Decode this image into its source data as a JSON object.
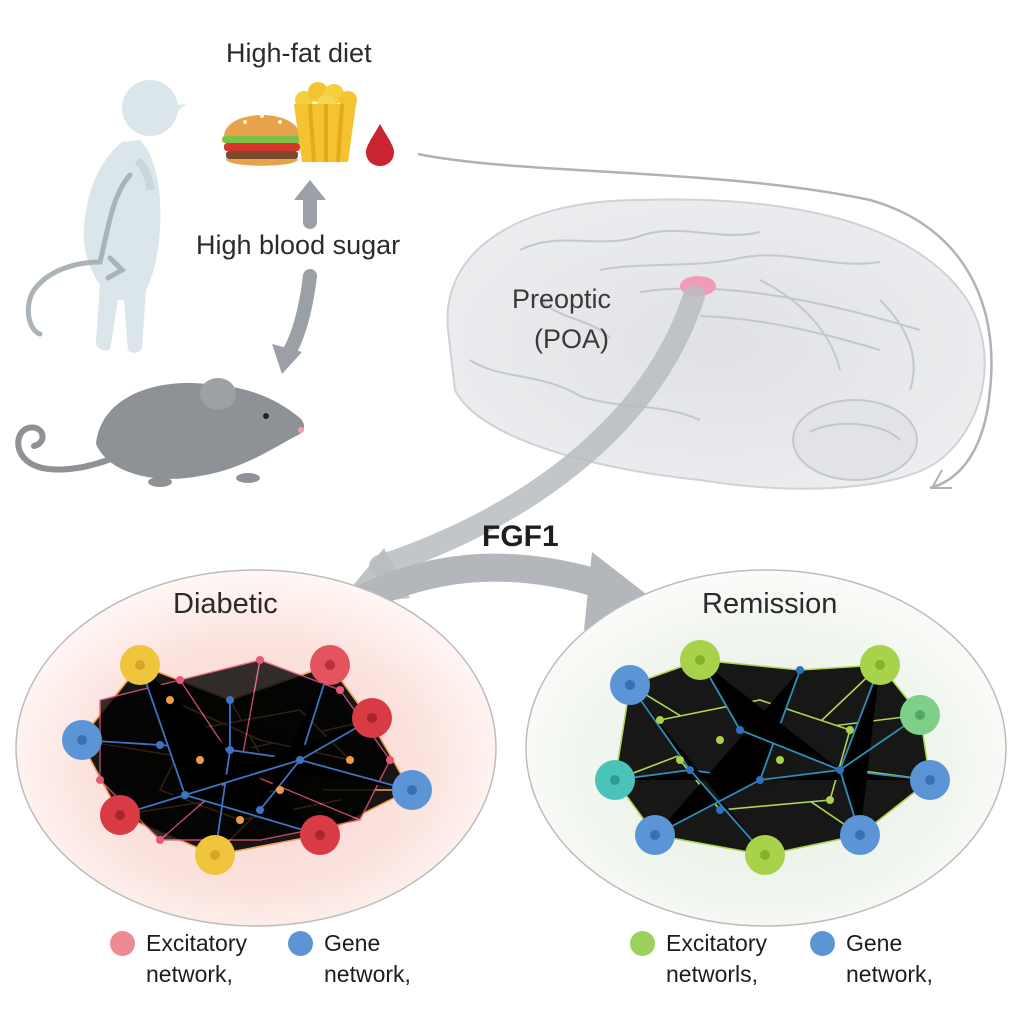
{
  "labels": {
    "diet": "High-fat diet",
    "sugar": "High blood sugar",
    "poa_line1": "Preoptic",
    "poa_line2": "(POA)",
    "fgf": "FGF1",
    "diabetic": "Diabetic",
    "remission": "Remission"
  },
  "legend": {
    "left": [
      {
        "line1": "Excitatory",
        "line2": "network,"
      },
      {
        "line1": "Gene",
        "line2": "network,"
      }
    ],
    "right": [
      {
        "line1": "Excitatory",
        "line2": "networls,"
      },
      {
        "line1": "Gene",
        "line2": "network,"
      }
    ]
  },
  "colors": {
    "excitatory_diabetic": "#ee8a94",
    "gene": "#5b95d6",
    "excitatory_remission": "#9bd15c",
    "diabetic_node_red": "#d93b45",
    "diabetic_node_yellow": "#efc53e",
    "remission_node_green": "#a8d24a",
    "remission_node_teal": "#4cc3b8",
    "arrow_gray": "#b9bcc0",
    "brain_gray": "#d5d7da",
    "mouse_gray": "#8e9196",
    "poa_pink": "#f29ab7"
  },
  "icons": [
    "human-silhouette-icon",
    "burger-icon",
    "popcorn-icon",
    "blood-drop-icon",
    "mouse-icon",
    "brain-icon"
  ]
}
